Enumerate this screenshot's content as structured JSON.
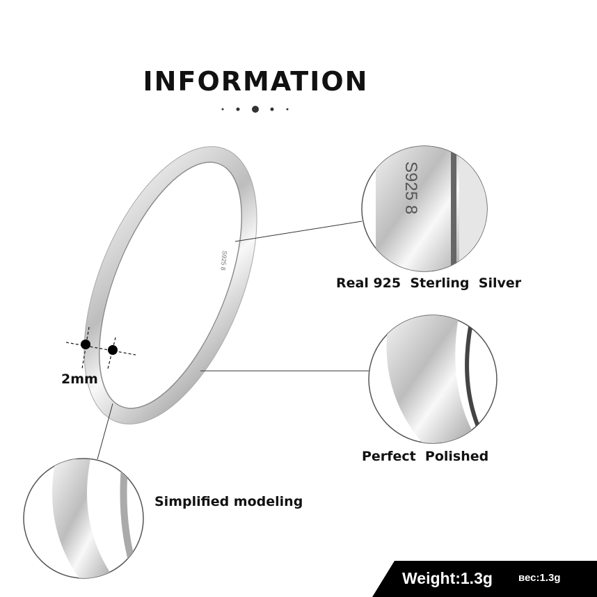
{
  "header": {
    "title": "INFORMATION"
  },
  "ring": {
    "engraving": "S925 8",
    "width_label": "2mm"
  },
  "features": [
    {
      "label": "Real 925  Sterling  Silver"
    },
    {
      "label": "Perfect  Polished"
    },
    {
      "label": "Simplified modeling"
    }
  ],
  "detail_engraving": "S925 8",
  "banner": {
    "weight": "Weight:1.3g",
    "weight_ru": "вес:1.3g",
    "color": "#000000"
  }
}
